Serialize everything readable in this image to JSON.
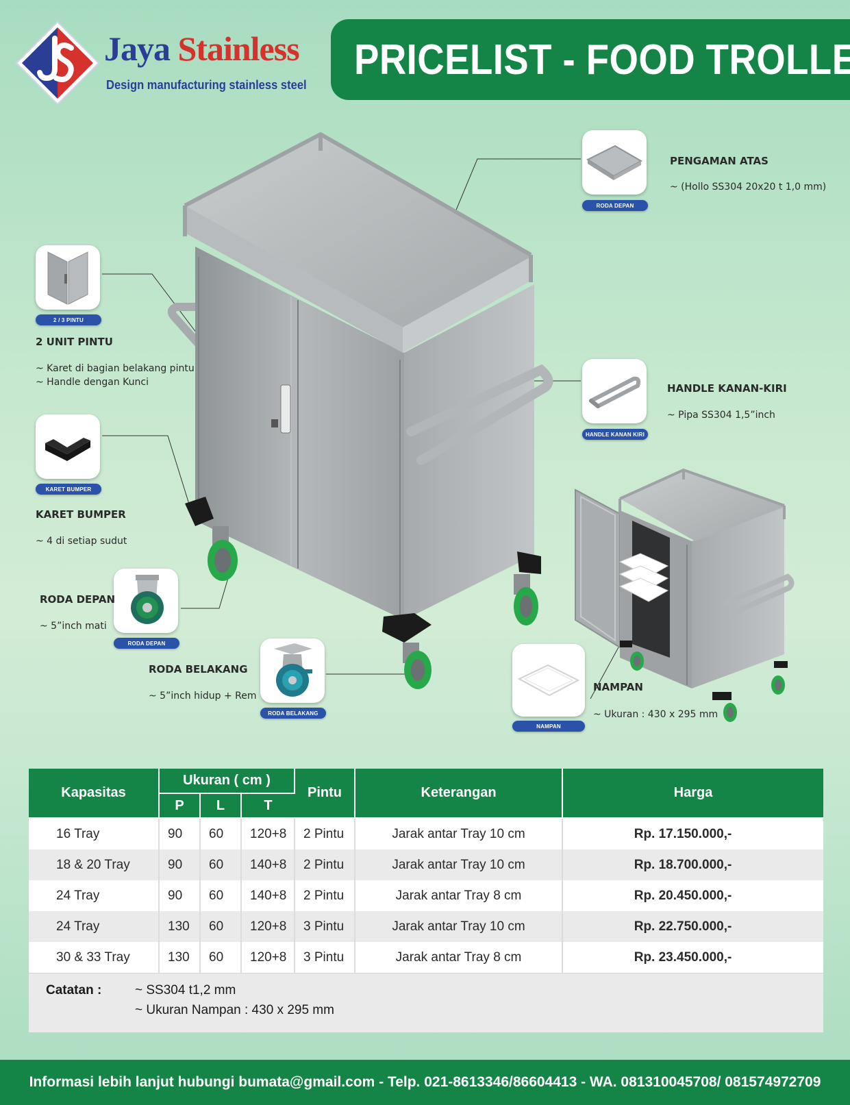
{
  "header": {
    "brand_part1": "Jaya ",
    "brand_part2": "Stainless",
    "tagline": "Design manufacturing stainless steel",
    "title": "PRICELIST - FOOD TROLLEY"
  },
  "features": {
    "pengaman_atas": {
      "badge": "RODA DEPAN",
      "title": "PENGAMAN ATAS",
      "lines": [
        "~ (Hollo SS304 20x20 t 1,0 mm)"
      ]
    },
    "pintu": {
      "badge": "2 / 3 PINTU",
      "title": "2 UNIT PINTU",
      "lines": [
        "~ Karet di bagian belakang pintu",
        "~ Handle dengan Kunci"
      ]
    },
    "handle": {
      "badge": "HANDLE KANAN KIRI",
      "title": "HANDLE KANAN-KIRI",
      "lines": [
        "~ Pipa SS304 1,5”inch"
      ]
    },
    "karet": {
      "badge": "KARET BUMPER",
      "title": "KARET BUMPER",
      "lines": [
        "~ 4 di setiap sudut"
      ]
    },
    "roda_depan": {
      "badge": "RODA DEPAN",
      "title": "RODA DEPAN",
      "lines": [
        "~ 5”inch mati"
      ]
    },
    "roda_belakang": {
      "badge": "RODA BELAKANG",
      "title": "RODA BELAKANG",
      "lines": [
        "~ 5”inch hidup + Rem"
      ]
    },
    "nampan": {
      "badge": "NAMPAN",
      "title": "NAMPAN",
      "lines": [
        "~ Ukuran : 430 x 295 mm"
      ]
    }
  },
  "table": {
    "headers": {
      "kapasitas": "Kapasitas",
      "ukuran": "Ukuran ( cm )",
      "p": "P",
      "l": "L",
      "t": "T",
      "pintu": "Pintu",
      "keterangan": "Keterangan",
      "harga": "Harga"
    },
    "rows": [
      {
        "kapasitas": "16 Tray",
        "p": "90",
        "l": "60",
        "t": "120+8",
        "pintu": "2 Pintu",
        "keterangan": "Jarak antar Tray 10 cm",
        "harga": "Rp. 17.150.000,-"
      },
      {
        "kapasitas": "18 & 20 Tray",
        "p": "90",
        "l": "60",
        "t": "140+8",
        "pintu": "2 Pintu",
        "keterangan": "Jarak antar Tray 10 cm",
        "harga": "Rp. 18.700.000,-"
      },
      {
        "kapasitas": "24 Tray",
        "p": "90",
        "l": "60",
        "t": "140+8",
        "pintu": "2 Pintu",
        "keterangan": "Jarak antar Tray 8 cm",
        "harga": "Rp. 20.450.000,-"
      },
      {
        "kapasitas": "24 Tray",
        "p": "130",
        "l": "60",
        "t": "120+8",
        "pintu": "3 Pintu",
        "keterangan": "Jarak antar Tray 10 cm",
        "harga": "Rp. 22.750.000,-"
      },
      {
        "kapasitas": "30 & 33 Tray",
        "p": "130",
        "l": "60",
        "t": "120+8",
        "pintu": "3 Pintu",
        "keterangan": "Jarak antar Tray 8 cm",
        "harga": "Rp. 23.450.000,-"
      }
    ],
    "notes_label": "Catatan :",
    "notes": [
      "~ SS304 t1,2 mm",
      "~ Ukuran Nampan : 430 x 295 mm"
    ]
  },
  "footer": {
    "text": "Informasi lebih lanjut hubungi bumata@gmail.com - Telp. 021-8613346/86604413 - WA. 081310045708/ 081574972709"
  },
  "colors": {
    "brand_green": "#148447",
    "brand_blue": "#2a3e96",
    "brand_red": "#d6322d",
    "badge_blue": "#2a52a8",
    "wheel_green": "#27a84a"
  }
}
